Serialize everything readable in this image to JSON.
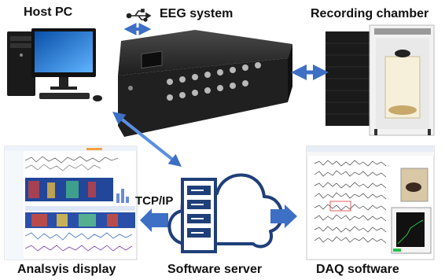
{
  "labels": {
    "host_pc": "Host PC",
    "eeg_system": "EEG system",
    "recording_chamber": "Recording chamber",
    "tcp_ip": "TCP/IP",
    "analysis_display": "Analsyis display",
    "software_server": "Software server",
    "daq_software": "DAQ software"
  },
  "icons": [
    "usb-icon",
    "cloud-server-icon"
  ],
  "colors": {
    "arrow_blue": "#3d6fc4",
    "arrow_light": "#5b8fe0",
    "server_navy": "#1f3f7a",
    "eeg_box": "#1c1c1c"
  }
}
